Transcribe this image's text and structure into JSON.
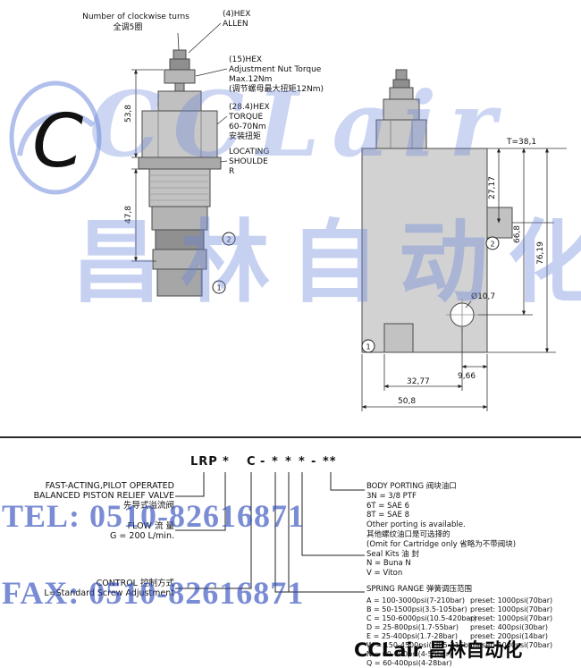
{
  "colors": {
    "line": "#222222",
    "watermark_blue": "#3a5bc0",
    "metal_gray": "#c8c8c8"
  },
  "watermark": {
    "brand": "CCLair",
    "brand_cn": "昌林自动化",
    "tel": "TEL: 0510-82616871",
    "fax": "FAX: 0510-82616871",
    "footer": "CCLair 昌林自动化"
  },
  "cartridge": {
    "note_turns_en": "Number of clockwise turns",
    "note_turns_cn": "全调5圈",
    "hex4": "(4)HEX",
    "hex4b": "ALLEN",
    "hex15": "(15)HEX",
    "nut1": "Adjustment Nut Torque",
    "nut2": "Max.12Nm",
    "nut3": "(调节螺母最大扭矩12Nm)",
    "hex28": "(28.4)HEX",
    "tq1": "TORQUE",
    "tq2": "60-70Nm",
    "tq3": "安装扭矩",
    "loc1": "LOCATING",
    "loc2": "SHOULDE",
    "loc3": "R",
    "dim_a": "53,8",
    "dim_b": "47,8",
    "port1": "1",
    "port2": "2"
  },
  "body": {
    "dim_t": "T=38,1",
    "dim_1": "27,17",
    "dim_2": "66,8",
    "dim_3": "76,19",
    "dim_hole": "Ø10,7",
    "dim_4": "9,66",
    "dim_5": "32,77",
    "dim_6": "50,8",
    "port1": "1",
    "port2": "2"
  },
  "order": {
    "code": {
      "p0": "LRP",
      "p1": "*",
      "p2": "C",
      "p3": "-",
      "p4": "*",
      "p5": "*",
      "p6": "*",
      "p7": "-",
      "p8": "**"
    },
    "desc1": "FAST-ACTING,PILOT OPERATED",
    "desc2": "BALANCED PISTON RELIEF VALVE",
    "desc3": "先导式溢流阀",
    "flow1": "FLOW 流 量",
    "flow2": "G = 200 L/min.",
    "ctrl1": "CONTROL 控制方式",
    "ctrl2": "L=Standard Screw Adjustment",
    "porting": [
      "BODY PORTING 阀块油口",
      "3N = 3/8 PTF",
      "6T = SAE 6",
      "8T = SAE 8",
      "Other porting is available.",
      "其他螺纹油口是可选择的",
      "(Omit for Cartridge only 省略为不带阀块)",
      "Seal Kits 油 封",
      "N = Buna N",
      "V = Viton"
    ],
    "spring_title": "SPRING RANGE 弹簧调压范围",
    "spring": [
      {
        "r": "A = 100-3000psi(7-210bar)",
        "p": "preset: 1000psi(70bar)"
      },
      {
        "r": "B = 50-1500psi(3.5-105bar)",
        "p": "preset: 1000psi(70bar)"
      },
      {
        "r": "C = 150-6000psi(10.5-420bar)",
        "p": "preset: 1000psi(70bar)"
      },
      {
        "r": "D = 25-800psi(1.7-55bar)",
        "p": "preset: 400psi(30bar)"
      },
      {
        "r": "E = 25-400psi(1.7-28bar)",
        "p": "preset: 200psi(14bar)"
      },
      {
        "r": "W = 150-4500psi(10.5-315bar)",
        "p": "preset: 1000psi(70bar)"
      },
      {
        "r": "N = 60-800psi(4-55bar)",
        "p": ""
      },
      {
        "r": "Q = 60-400psi(4-28bar)",
        "p": ""
      }
    ]
  }
}
